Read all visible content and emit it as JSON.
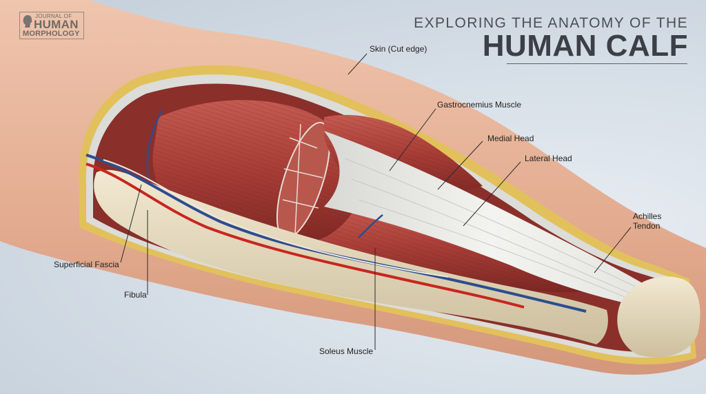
{
  "logo": {
    "line1": "JOURNAL OF",
    "line2": "HUMAN",
    "line3": "MORPHOLOGY",
    "icon": "head-silhouette-icon"
  },
  "title": {
    "pre": "EXPLORING THE ANATOMY OF THE",
    "main": "HUMAN CALF"
  },
  "labels": {
    "skin": "Skin (Cut edge)",
    "gastrocnemius": "Gastrocnemius Muscle",
    "medial_head": "Medial Head",
    "lateral_head": "Lateral Head",
    "achilles_line1": "Achilles",
    "achilles_line2": "Tendon",
    "superficial_fascia": "Superficial Fascia",
    "fibula": "Fibula",
    "soleus": "Soleus Muscle"
  },
  "colors": {
    "skin": "#e8b79c",
    "muscle": "#b24a42",
    "fat": "#e9cf6a",
    "tendon": "#eef0ee",
    "bone": "#eadfc2",
    "artery": "#c8261f",
    "vein": "#2d4d8f"
  }
}
